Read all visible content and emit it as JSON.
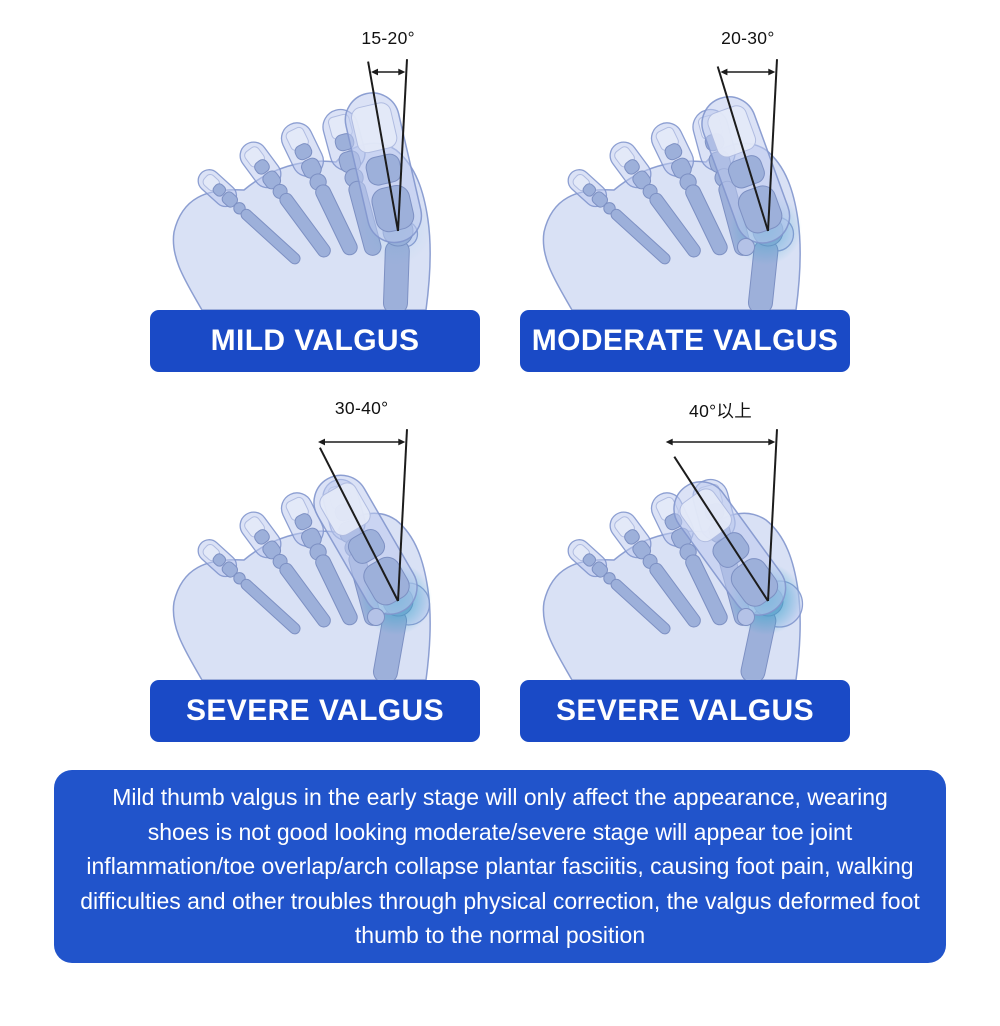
{
  "colors": {
    "banner_blue": "#1a4ac6",
    "box_blue": "#2154cb",
    "glow_teal": "#2fa3c8",
    "xray_skin": "#bdcbee",
    "xray_bone": "#9db0da",
    "angle_line": "#1c1c1c"
  },
  "icons": {
    "angle_range_arrow": "double-arrow"
  },
  "panels": [
    {
      "angle_label": "15-20°",
      "caption": "MILD VALGUS"
    },
    {
      "angle_label": "20-30°",
      "caption": "MODERATE VALGUS"
    },
    {
      "angle_label": "30-40°",
      "caption": "SEVERE VALGUS"
    },
    {
      "angle_label": "40°以上",
      "caption": "SEVERE VALGUS"
    }
  ],
  "description": "Mild thumb valgus in the early stage will only affect the appearance, wearing shoes is not good looking moderate/severe stage will appear toe joint inflammation/toe overlap/arch collapse plantar fasciitis, causing foot pain, walking difficulties and other troubles through physical correction, the valgus deformed foot thumb to the normal position"
}
